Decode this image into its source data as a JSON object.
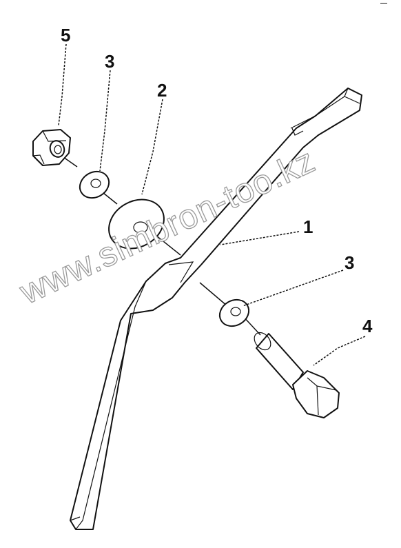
{
  "callouts": {
    "c1": "1",
    "c2": "2",
    "c3a": "3",
    "c3b": "3",
    "c4": "4",
    "c5": "5"
  },
  "watermark": "www.simbron-too.kz",
  "colors": {
    "line": "#111111",
    "watermark_outline": "#9a9a9a",
    "background": "#ffffff"
  }
}
